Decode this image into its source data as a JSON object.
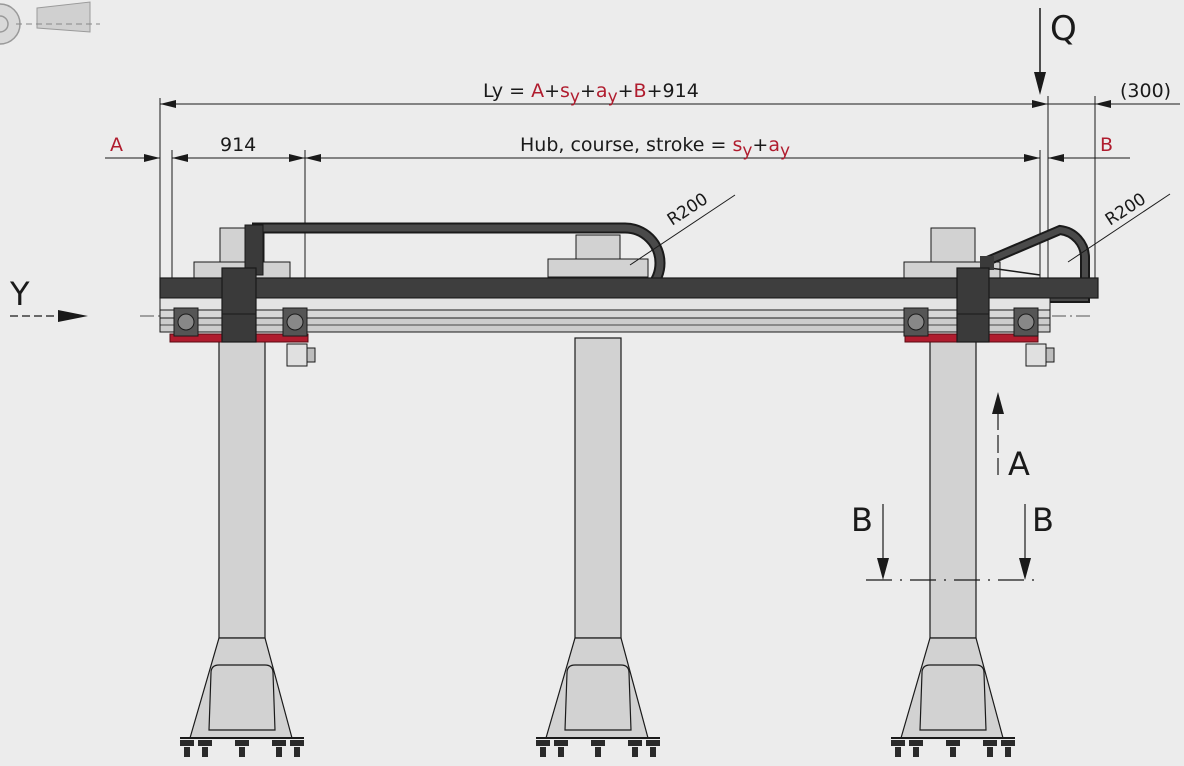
{
  "labels": {
    "ly_formula": {
      "p1": "Ly = ",
      "A": "A",
      "plus1": "+",
      "sy": "s",
      "sy_sub": "y",
      "plus2": "+",
      "ay": "a",
      "ay_sub": "y",
      "plus3": "+",
      "B": "B",
      "tail": "+914"
    },
    "stroke_formula": {
      "p1": "Hub, course, stroke = ",
      "sy": "s",
      "sy_sub": "y",
      "plus": "+",
      "ay": "a",
      "ay_sub": "y"
    },
    "dim_914": "914",
    "dim_300": "(300)",
    "dim_A": "A",
    "dim_B": "B",
    "radius_left": "R200",
    "radius_right": "R200",
    "load_Q": "Q",
    "axis_Y": "Y",
    "view_A": "A",
    "section_B_left": "B",
    "section_B_right": "B"
  },
  "colors": {
    "background": "#ececec",
    "accent_red": "#b01c2e",
    "steel_dark": "#3e3e3e",
    "steel_light": "#d2d2d2",
    "line": "#1a1a1a"
  }
}
